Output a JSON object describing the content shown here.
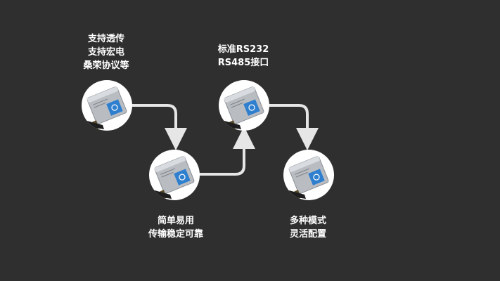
{
  "nodes": [
    {
      "id": "n1",
      "caption": [
        "支持透传",
        "支持宏电",
        "桑荣协议等"
      ]
    },
    {
      "id": "n2",
      "caption": [
        "简单易用",
        "传输稳定可靠"
      ]
    },
    {
      "id": "n3",
      "caption": [
        "标准RS232",
        "RS485接口"
      ]
    },
    {
      "id": "n4",
      "caption": [
        "多种模式",
        "灵活配置"
      ]
    }
  ],
  "colors": {
    "background": "#2f2f2f",
    "text": "#ffffff",
    "connector": "#e6e6e6",
    "device_body": "#b9bdc2",
    "device_label": "#2f7fcf"
  },
  "icon": "gprs-dtu-device-icon"
}
